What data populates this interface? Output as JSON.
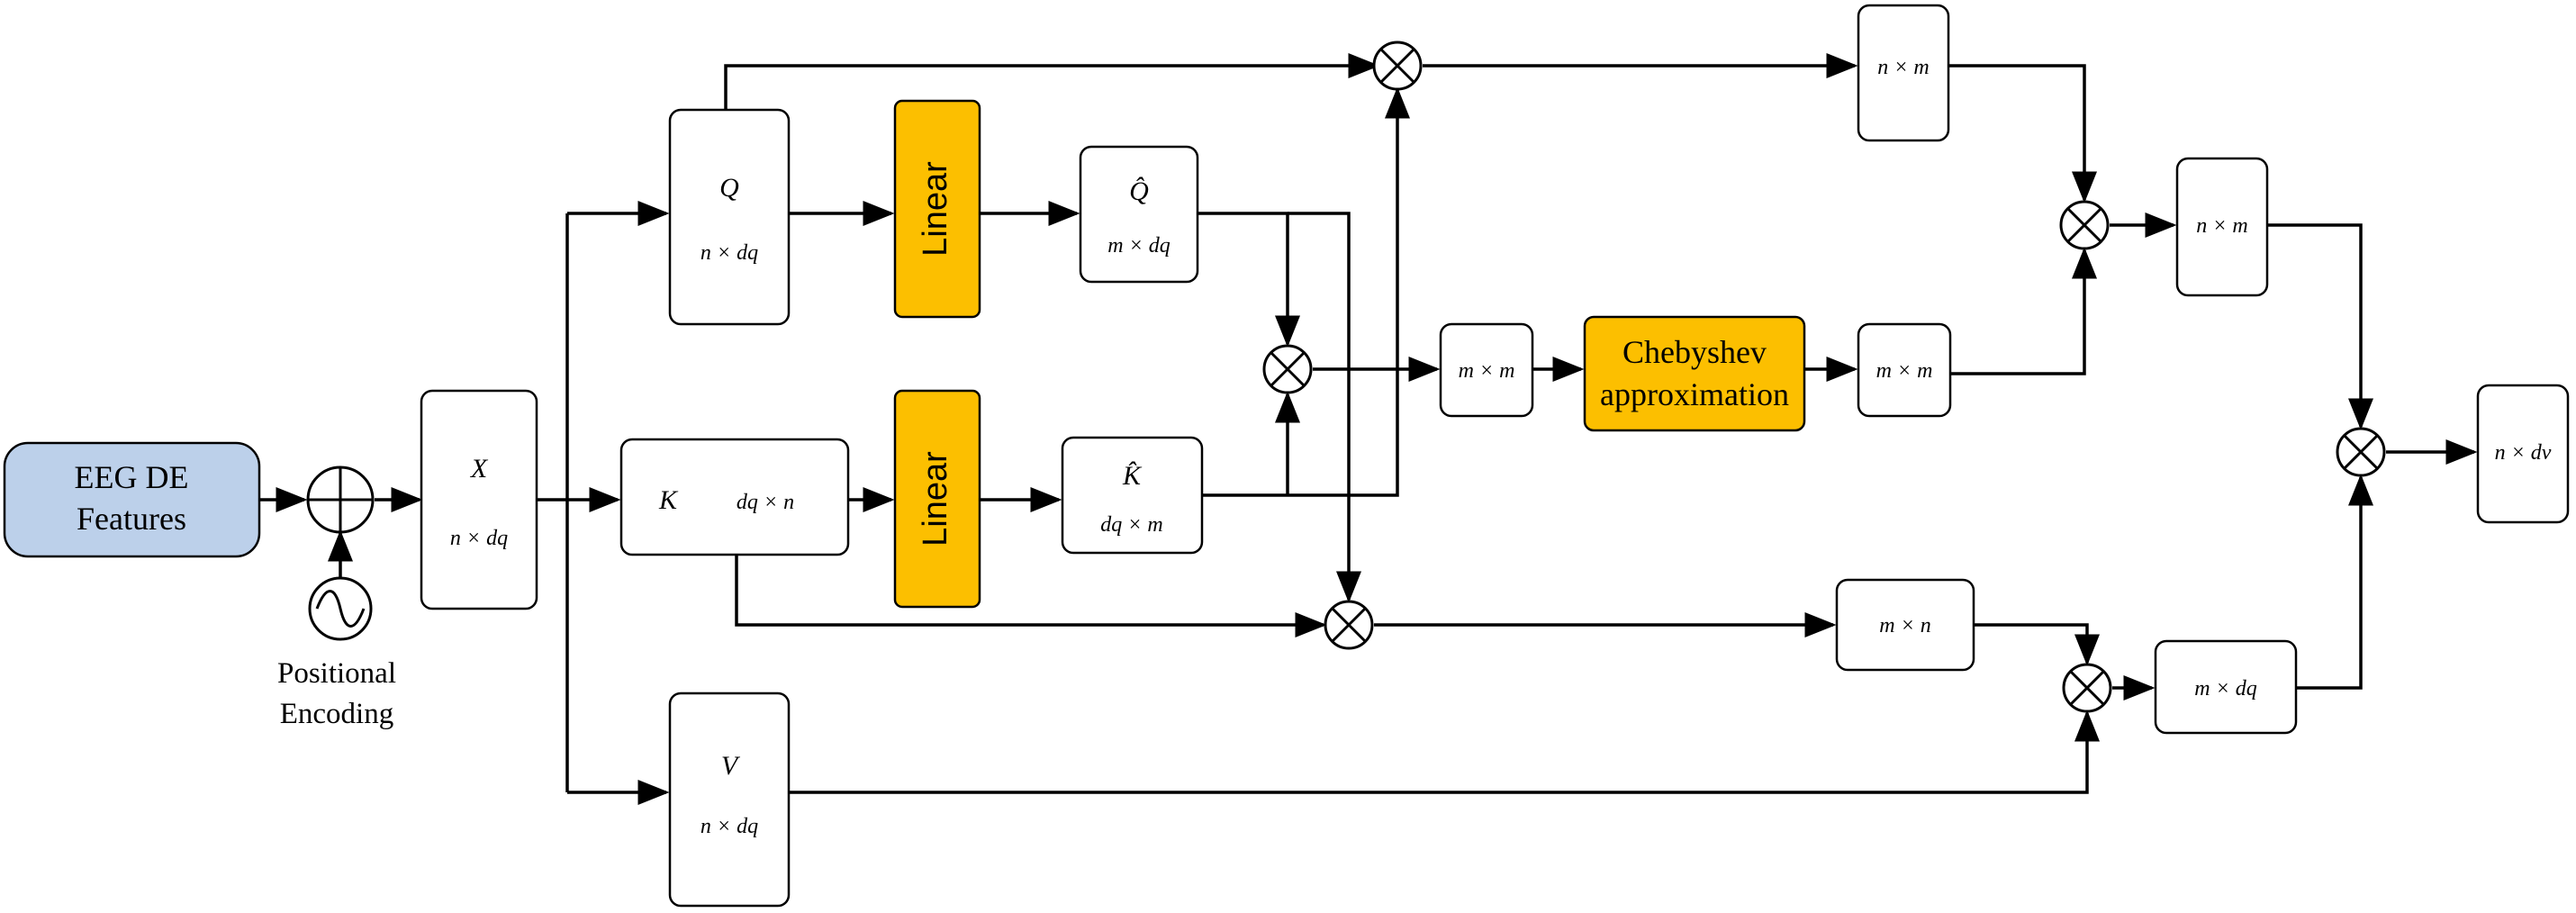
{
  "input": {
    "line1": "EEG DE",
    "line2": "Features"
  },
  "positional_encoding": {
    "line1": "Positional",
    "line2": "Encoding"
  },
  "x_box": {
    "symbol": "X",
    "dim": "n × dq"
  },
  "q_box": {
    "symbol": "Q",
    "dim": "n × dq"
  },
  "k_box": {
    "symbol": "K",
    "dim": "dq × n"
  },
  "v_box": {
    "symbol": "V",
    "dim": "n × dq"
  },
  "linear_q": {
    "label": "Linear"
  },
  "linear_k": {
    "label": "Linear"
  },
  "q_hat": {
    "symbol": "Q̂",
    "dim": "m × dq"
  },
  "k_hat": {
    "symbol": "K̂",
    "dim": "dq × m"
  },
  "mm_box_1": {
    "dim": "m × m"
  },
  "chebyshev": {
    "line1": "Chebyshev",
    "line2": "approximation"
  },
  "mm_box_2": {
    "dim": "m × m"
  },
  "nm_top": {
    "dim": "n × m"
  },
  "nm_mid": {
    "dim": "n × m"
  },
  "mn_box": {
    "dim": "m × n"
  },
  "mdq_box": {
    "dim": "m × dq"
  },
  "output": {
    "dim": "n × dv"
  },
  "colors": {
    "input_fill": "#bcd0ea",
    "block_fill": "#fcbf00",
    "line": "#000000"
  },
  "icons": {
    "multiply": "circled-times-icon",
    "add": "circled-plus-icon",
    "signal": "sine-wave-icon"
  }
}
